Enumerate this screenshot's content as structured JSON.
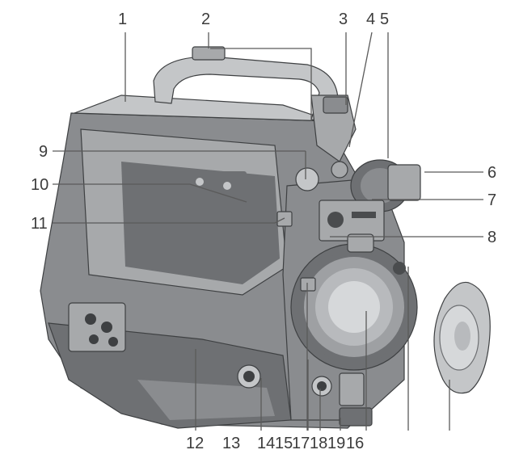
{
  "callouts": [
    {
      "id": "1",
      "label": "1"
    },
    {
      "id": "2",
      "label": "2"
    },
    {
      "id": "3",
      "label": "3"
    },
    {
      "id": "4",
      "label": "4"
    },
    {
      "id": "5",
      "label": "5"
    },
    {
      "id": "6",
      "label": "6"
    },
    {
      "id": "7",
      "label": "7"
    },
    {
      "id": "8",
      "label": "8"
    },
    {
      "id": "9",
      "label": "9"
    },
    {
      "id": "10",
      "label": "10"
    },
    {
      "id": "11",
      "label": "11"
    },
    {
      "id": "12",
      "label": "12"
    },
    {
      "id": "13",
      "label": "13"
    },
    {
      "id": "14",
      "label": "14"
    },
    {
      "id": "15",
      "label": "15"
    },
    {
      "id": "17",
      "label": "17"
    },
    {
      "id": "18",
      "label": "18"
    },
    {
      "id": "19",
      "label": "19"
    },
    {
      "id": "16",
      "label": "16"
    }
  ],
  "colors": {
    "body": "#8a8c8f",
    "dark": "#6e7073",
    "light": "#c4c6c8",
    "line": "#5a5a5a",
    "text": "#3c3c3c"
  }
}
